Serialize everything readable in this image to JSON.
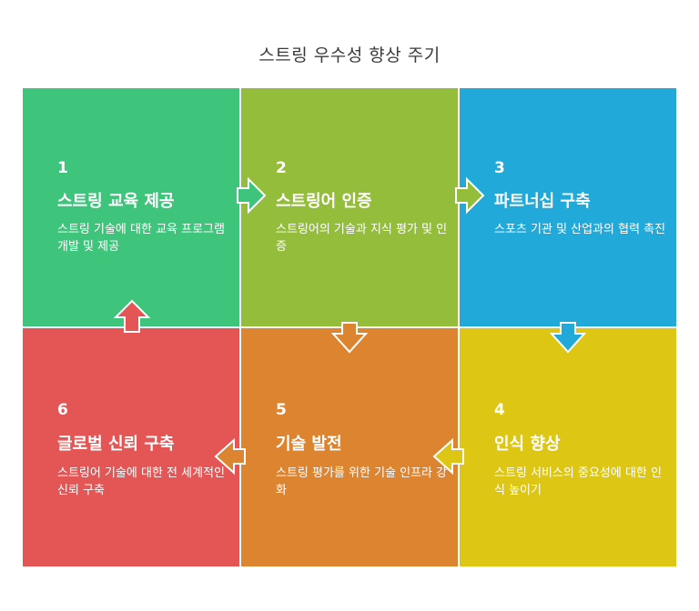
{
  "title": "스트링 우수성 향상 주기",
  "colors": {
    "green": "#3fc47c",
    "olive": "#93bd3b",
    "blue": "#20a9d9",
    "red": "#e45656",
    "orange": "#dd8431",
    "yellow": "#ddc714"
  },
  "steps": [
    {
      "number": "1",
      "heading": "스트링 교육 제공",
      "description": "스트링 기술에 대한 교육 프로그램 개발 및 제공"
    },
    {
      "number": "2",
      "heading": "스트링어 인증",
      "description": "스트링어의 기술과 지식 평가 및 인증"
    },
    {
      "number": "3",
      "heading": "파트너십 구축",
      "description": "스포츠 기관 및 산업과의 협력 촉진"
    },
    {
      "number": "4",
      "heading": "인식 향상",
      "description": "스트링 서비스의 중요성에 대한 인식 높이기"
    },
    {
      "number": "5",
      "heading": "기술 발전",
      "description": "스트링 평가를 위한 기술 인프라 강화"
    },
    {
      "number": "6",
      "heading": "글로벌 신뢰 구축",
      "description": "스트링어 기술에 대한 전 세계적인 신뢰 구축"
    }
  ]
}
